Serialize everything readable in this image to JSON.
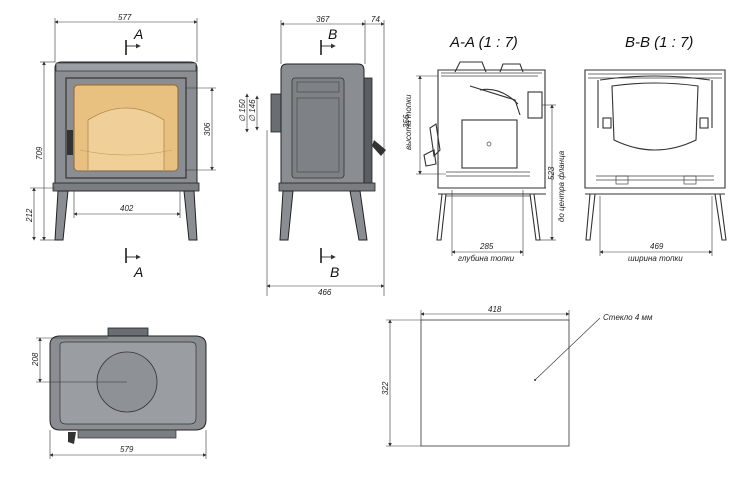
{
  "front_view": {
    "dim_width": "577",
    "dim_height": "709",
    "dim_door_height": "306",
    "dim_leg_height": "212",
    "dim_opening_width": "402",
    "cut_label_top": "A",
    "cut_label_bottom": "A"
  },
  "side_view": {
    "dim_depth": "367",
    "dim_collar": "74",
    "dim_flue_outer": "∅ 150",
    "dim_flue_inner": "∅ 146",
    "dim_total_depth": "466",
    "cut_label_top": "B",
    "cut_label_bottom": "B"
  },
  "section_aa": {
    "title": "A-A (1 : 7)",
    "dim_firebox_height": "356",
    "label_firebox_height": "высота топки",
    "dim_flange_height": "523",
    "label_flange_height": "до центра фланца",
    "dim_firebox_depth": "285",
    "label_firebox_depth": "глубина топки"
  },
  "section_bb": {
    "title": "B-B (1 : 7)",
    "dim_firebox_width": "469",
    "label_firebox_width": "ширина топки"
  },
  "top_view": {
    "dim_flue_offset": "208",
    "dim_width": "579"
  },
  "glass": {
    "dim_width": "418",
    "dim_height": "322",
    "label": "Стекло 4 мм"
  },
  "colors": {
    "body": "#8a8e92",
    "glass": "#e8c080",
    "line": "#333333"
  }
}
